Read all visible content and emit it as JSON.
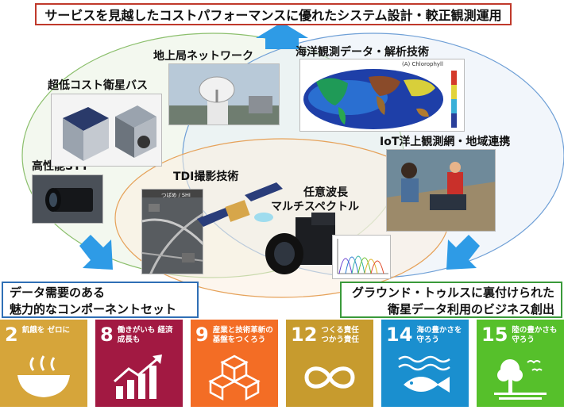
{
  "title": "サービスを見越したコストパフォーマンスに優れたシステム設計・較正観測運用",
  "labels": {
    "ground_station": "地上局ネットワーク",
    "ocean_data": "海洋観測データ・解析技術",
    "low_cost_satellite": "超低コスト衛星バス",
    "iot_network": "IoT洋上観測網・地域連携",
    "high_perf_stt": "高性能STT",
    "tdi_imaging": "TDI撮影技術",
    "multispectral_line1": "任意波長",
    "multispectral_line2": "マルチスペクトル"
  },
  "photo_texts": {
    "chlorophyll": "(A) Chlorophyll",
    "tdi_caption": "つばめ / SHI"
  },
  "bottom_left": {
    "line1": "データ需要のある",
    "line2": "魅力的なコンポーネントセット"
  },
  "bottom_right": {
    "line1": "グラウンド・トゥルスに裏付けられた",
    "line2": "衛星データ利用のビジネス創出"
  },
  "sdgs": [
    {
      "number": "2",
      "text": "飢餓を ゼロに",
      "color": "#d6a53a",
      "icon": "bowl-icon"
    },
    {
      "number": "8",
      "text": "働きがいも 経済成長も",
      "color": "#a21942",
      "icon": "growth-chart-icon"
    },
    {
      "number": "9",
      "text": "産業と技術革新の 基盤をつくろう",
      "color": "#f36d25",
      "icon": "cubes-icon"
    },
    {
      "number": "12",
      "text": "つくる責任 つかう責任",
      "color": "#c79b2e",
      "icon": "infinity-icon"
    },
    {
      "number": "14",
      "text": "海の豊かさを 守ろう",
      "color": "#1a8fcf",
      "icon": "fish-icon"
    },
    {
      "number": "15",
      "text": "陸の豊かさも 守ろう",
      "color": "#56c02b",
      "icon": "tree-icon"
    }
  ],
  "colors": {
    "title_border": "#c0392b",
    "arrow_blue": "#2e9be6",
    "left_box_border": "#2f6fb5",
    "right_box_border": "#3a9a3a"
  }
}
